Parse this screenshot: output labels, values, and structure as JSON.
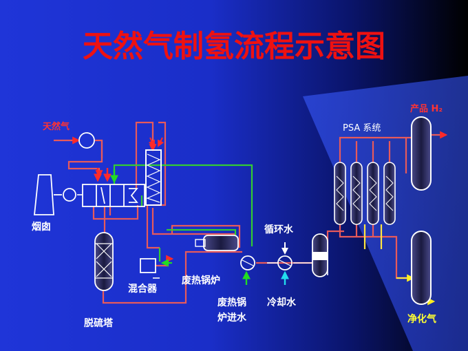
{
  "title": "天然气制氢流程示意图",
  "labels": {
    "natural_gas": "天然气",
    "chimney": "烟囱",
    "desulfurization_tower": "脱硫塔",
    "mixer": "混合器",
    "waste_heat_boiler": "废热锅炉",
    "boiler_feed_water_1": "废热锅",
    "boiler_feed_water_2": "炉进水",
    "circulating_water": "循环水",
    "cooling_water": "冷却水",
    "psa_system": "PSA 系统",
    "product_h2": "产品 H₂",
    "purified_gas": "净化气"
  },
  "colors": {
    "background_start": "#1a2fd6",
    "background_end": "#000000",
    "pipe_red": "#e85a5a",
    "pipe_green": "#33cc33",
    "pipe_yellow": "#ffe640",
    "equipment": "#ffffff",
    "title": "#ee1111"
  }
}
